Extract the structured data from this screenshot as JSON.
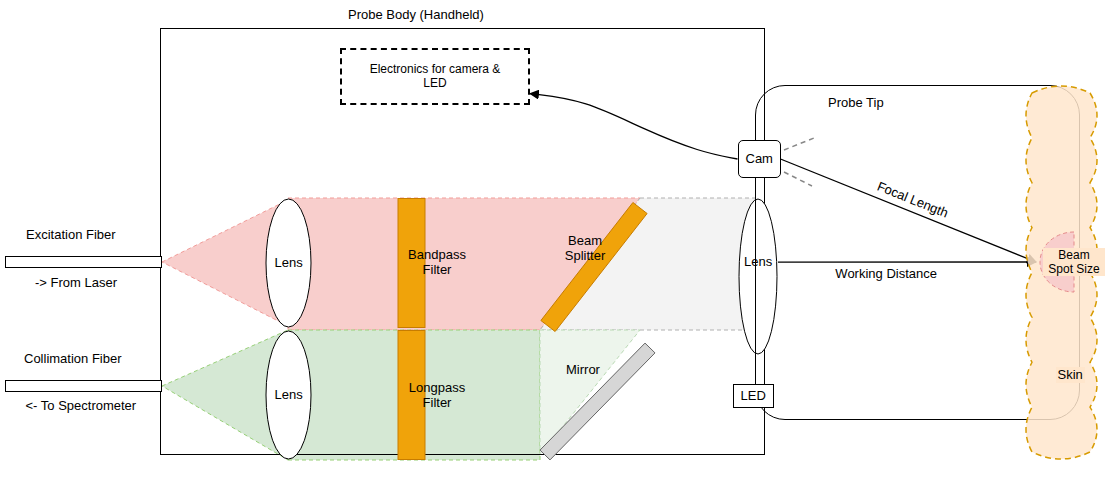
{
  "diagram": {
    "nodes": [
      {
        "text": [
          "Probe Body (Handheld)"
        ]
      },
      {
        "text": [
          "Electronics for camera & LED"
        ],
        "in": 0
      },
      {
        "text": [
          "Probe Tip"
        ]
      },
      {
        "text": [
          "Cam"
        ],
        "in": 2
      },
      {
        "text": [
          "Excitation Fiber",
          "-> From Laser"
        ]
      },
      {
        "text": [
          "Lens"
        ],
        "in": 0
      },
      {
        "text": [
          "Bandpass Filter"
        ],
        "in": 0
      },
      {
        "text": [
          "Beam Splitter"
        ],
        "in": 0
      },
      {
        "text": [
          "Lens"
        ],
        "in": 0
      },
      {
        "text": [
          "Skin"
        ]
      },
      {
        "text": [
          "Beam Spot Size"
        ],
        "in": 9
      },
      {
        "text": [
          "Collimation Fiber",
          "<- To Spectrometer"
        ]
      },
      {
        "text": [
          "Lens"
        ],
        "in": 0
      },
      {
        "text": [
          "Longpass Filter"
        ],
        "in": 0
      },
      {
        "text": [
          "Mirror"
        ],
        "in": 0
      },
      {
        "text": [
          "LED"
        ],
        "in": 2
      }
    ],
    "edges": [
      {
        "from": 3,
        "to": 1,
        "arrow": "to"
      },
      {
        "from": 3,
        "to": 10,
        "label": "Focal Length",
        "arrow": "to"
      },
      {
        "from": 8,
        "to": 10,
        "label": "Working Distance",
        "arrow": "to"
      }
    ]
  }
}
